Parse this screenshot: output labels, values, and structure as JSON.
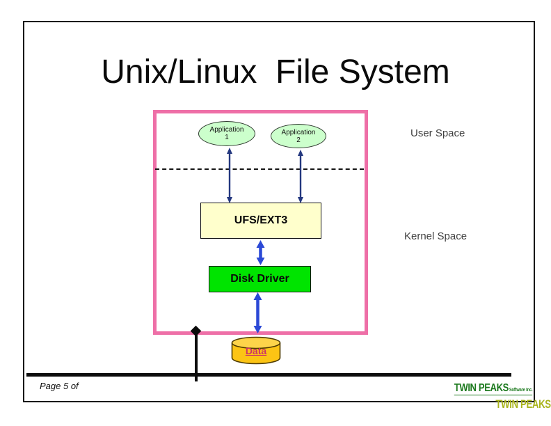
{
  "slide": {
    "title": "Unix/Linux  File System",
    "page_footer": "Page 5 of"
  },
  "diagram": {
    "app1": {
      "line1": "Application",
      "line2": "1"
    },
    "app2": {
      "line1": "Application",
      "line2": "2"
    },
    "ufs_label": "UFS/EXT3",
    "disk_driver_label": "Disk Driver",
    "data_label": "Data",
    "user_space_label": "User Space",
    "kernel_space_label": "Kernel Space"
  },
  "logos": {
    "primary": {
      "text": "TWIN PEAKS",
      "suffix": "Software Inc."
    },
    "secondary": {
      "text": "TWIN PEAKS"
    }
  },
  "colors": {
    "pink": "#ee6fa7",
    "ellipse-green": "#ccffcc",
    "box-yellow": "#ffffcc",
    "box-green": "#00e400",
    "cyl-gold": "#fcc414",
    "cyl-gold-light": "#fdd44a",
    "link-red": "#cc3366",
    "arrow-navy": "#24387f",
    "arrow-blue": "#2b49d6",
    "logo-green": "#1d7a1f",
    "logo-olive": "#a9b41c",
    "label-gray": "#3f3f3f"
  }
}
